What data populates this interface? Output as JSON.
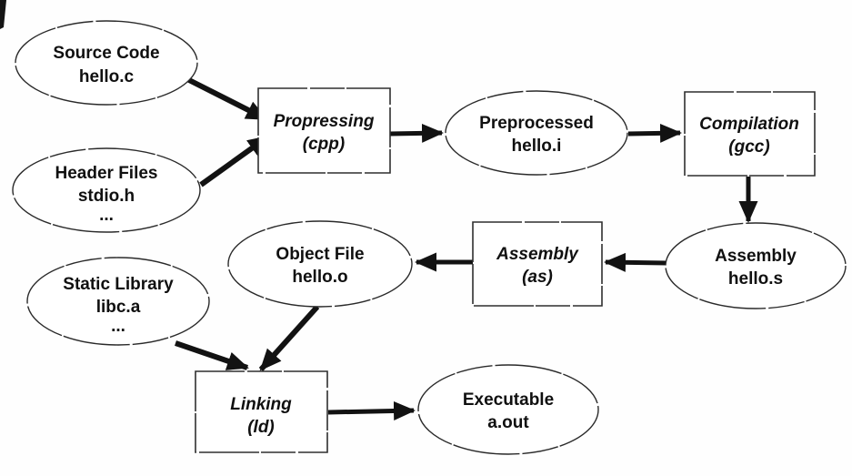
{
  "diagram": {
    "description": "C program compilation process flow diagram",
    "colors": {
      "background": "#fefefe",
      "node_fill": "#ffffff",
      "node_stroke": "#2a2a2a",
      "arrow": "#121212",
      "text": "#101010"
    },
    "nodes": {
      "source_code": {
        "shape": "ellipse",
        "line1": "Source Code",
        "line2": "hello.c"
      },
      "header_files": {
        "shape": "ellipse",
        "line1": "Header Files",
        "line2": "stdio.h",
        "line3": "..."
      },
      "preprocessing": {
        "shape": "rect",
        "line1": "Propressing",
        "line2": "(cpp)"
      },
      "preprocessed": {
        "shape": "ellipse",
        "line1": "Preprocessed",
        "line2": "hello.i"
      },
      "compilation": {
        "shape": "rect",
        "line1": "Compilation",
        "line2": "(gcc)"
      },
      "assembly_file": {
        "shape": "ellipse",
        "line1": "Assembly",
        "line2": "hello.s"
      },
      "assembler": {
        "shape": "rect",
        "line1": "Assembly",
        "line2": "(as)"
      },
      "object_file": {
        "shape": "ellipse",
        "line1": "Object File",
        "line2": "hello.o"
      },
      "static_library": {
        "shape": "ellipse",
        "line1": "Static Library",
        "line2": "libc.a",
        "line3": "..."
      },
      "linking": {
        "shape": "rect",
        "line1": "Linking",
        "line2": "(ld)"
      },
      "executable": {
        "shape": "ellipse",
        "line1": "Executable",
        "line2": "a.out"
      }
    },
    "edges": [
      {
        "from": "source_code",
        "to": "preprocessing"
      },
      {
        "from": "header_files",
        "to": "preprocessing"
      },
      {
        "from": "preprocessing",
        "to": "preprocessed"
      },
      {
        "from": "preprocessed",
        "to": "compilation"
      },
      {
        "from": "compilation",
        "to": "assembly_file"
      },
      {
        "from": "assembly_file",
        "to": "assembler"
      },
      {
        "from": "assembler",
        "to": "object_file"
      },
      {
        "from": "object_file",
        "to": "linking"
      },
      {
        "from": "static_library",
        "to": "linking"
      },
      {
        "from": "linking",
        "to": "executable"
      }
    ]
  }
}
